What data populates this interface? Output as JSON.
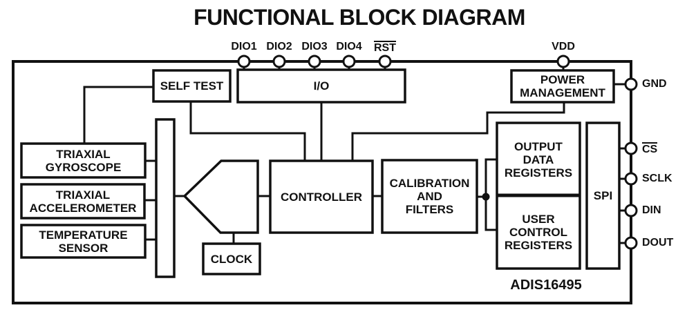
{
  "title": "FUNCTIONAL BLOCK DIAGRAM",
  "part_number": "ADIS16495",
  "colors": {
    "ink": "#111111",
    "background": "#ffffff"
  },
  "top_pins": [
    {
      "id": "dio1",
      "label": "DIO1",
      "overline": false
    },
    {
      "id": "dio2",
      "label": "DIO2",
      "overline": false
    },
    {
      "id": "dio3",
      "label": "DIO3",
      "overline": false
    },
    {
      "id": "dio4",
      "label": "DIO4",
      "overline": false
    },
    {
      "id": "rst",
      "label": "RST",
      "overline": true
    },
    {
      "id": "vdd",
      "label": "VDD",
      "overline": false
    }
  ],
  "right_pins": [
    {
      "id": "gnd",
      "label": "GND",
      "overline": false
    },
    {
      "id": "cs",
      "label": "CS",
      "overline": true
    },
    {
      "id": "sclk",
      "label": "SCLK",
      "overline": false
    },
    {
      "id": "din",
      "label": "DIN",
      "overline": false
    },
    {
      "id": "dout",
      "label": "DOUT",
      "overline": false
    }
  ],
  "blocks": {
    "self_test": "SELF TEST",
    "io": "I/O",
    "power_management": "POWER\nMANAGEMENT",
    "triaxial_gyroscope": "TRIAXIAL\nGYROSCOPE",
    "triaxial_accelerometer": "TRIAXIAL\nACCELEROMETER",
    "temperature_sensor": "TEMPERATURE\nSENSOR",
    "controller": "CONTROLLER",
    "clock": "CLOCK",
    "calibration_and_filters": "CALIBRATION\nAND\nFILTERS",
    "output_data_registers": "OUTPUT\nDATA\nREGISTERS",
    "user_control_registers": "USER\nCONTROL\nREGISTERS",
    "spi": "SPI"
  }
}
